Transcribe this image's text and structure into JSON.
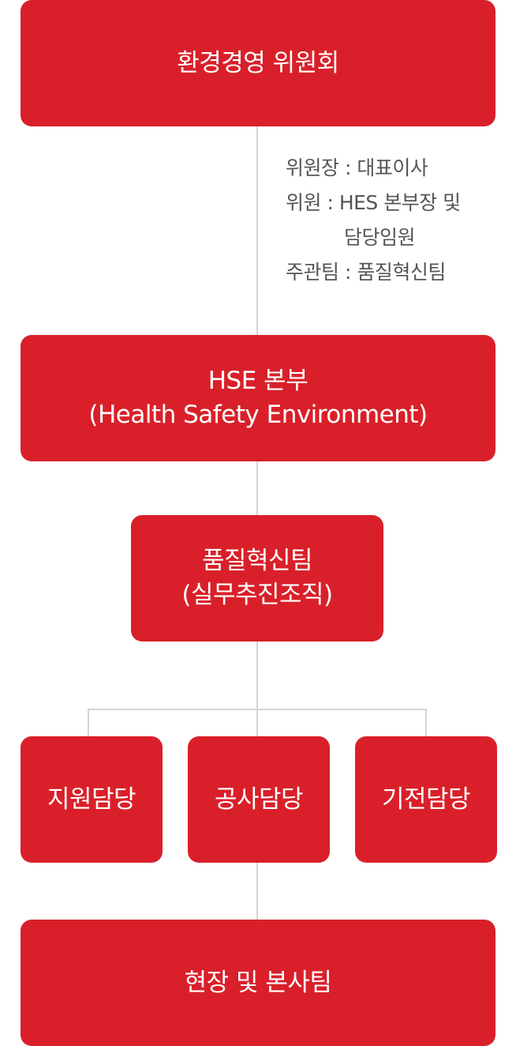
{
  "committee": {
    "title": "환경경영 위원회",
    "notes": {
      "chair": "위원장 : 대표이사",
      "members_line1": "위원 : HES 본부장 및",
      "members_line2": "담당임원",
      "secretariat": "주관팀 : 품질혁신팀"
    }
  },
  "hse": {
    "line1": "HSE 본부",
    "line2": "(Health Safety Environment)"
  },
  "quality_team": {
    "line1": "품질혁신팀",
    "line2": "(실무추진조직)"
  },
  "branches": [
    {
      "label": "지원담당"
    },
    {
      "label": "공사담당"
    },
    {
      "label": "기전담당"
    }
  ],
  "field": {
    "title": "현장 및 본사팀"
  },
  "colors": {
    "box": "#d9202a",
    "connector": "#d4d4d4",
    "note_text": "#555555"
  }
}
